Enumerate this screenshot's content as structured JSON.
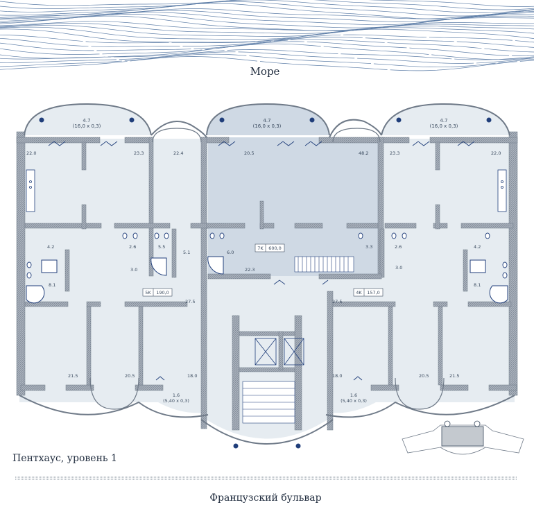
{
  "sea_label": "Море",
  "street_label": "Французский бульвар",
  "level_caption": "Пентхаус, уровень 1",
  "colors": {
    "wall": "#7d8896",
    "room": "#e6ecf1",
    "highlight": "#cfd9e4",
    "accent": "#203e7a",
    "wave": "#5f7fa8"
  },
  "terraces": {
    "left": {
      "area": "4.7",
      "dims": "(16,0 x 0,3)"
    },
    "center": {
      "area": "4.7",
      "dims": "(16,0 x 0,3)"
    },
    "right": {
      "area": "4.7",
      "dims": "(16,0 x 0,3)"
    }
  },
  "rooms": {
    "r22_0_left": "22.0",
    "r23_3_left": "23.3",
    "r22_4": "22.4",
    "r20_5_top": "20.5",
    "r48_2": "48.2",
    "r23_3_right": "23.3",
    "r22_0_right": "22.0",
    "r4_2_left": "4.2",
    "r2_6_left": "2.6",
    "r5_5": "5.5",
    "r5_1": "5.1",
    "r6_0": "6.0",
    "r3_3": "3.3",
    "r2_6_right": "2.6",
    "r4_2_right": "4.2",
    "r3_0_left": "3.0",
    "r3_0_right": "3.0",
    "r22_3": "22.3",
    "r8_1_left": "8.1",
    "r8_1_right": "8.1",
    "r27_5_left": "27.5",
    "r27_5_right": "27.5",
    "r21_5_left": "21.5",
    "r20_5_bl": "20.5",
    "r18_0_left": "18.0",
    "r18_0_right": "18.0",
    "r20_5_br": "20.5",
    "r21_5_right": "21.5"
  },
  "balconies": {
    "left": {
      "area": "1.6",
      "dims": "(5,40 x 0,3)"
    },
    "right": {
      "area": "1.6",
      "dims": "(5,40 x 0,3)"
    }
  },
  "units": {
    "u5k": {
      "type": "5K",
      "area": "190,0"
    },
    "u7k": {
      "type": "7K",
      "area": "600,0"
    },
    "u4k": {
      "type": "4K",
      "area": "157,0"
    }
  },
  "icons": {
    "sea": "wave-lines-icon",
    "bath": "bathtub-icon",
    "wc": "toilet-icon",
    "stairs": "staircase-icon",
    "lift": "elevator-shaft-icon",
    "keyplan": "building-key-plan-icon"
  }
}
